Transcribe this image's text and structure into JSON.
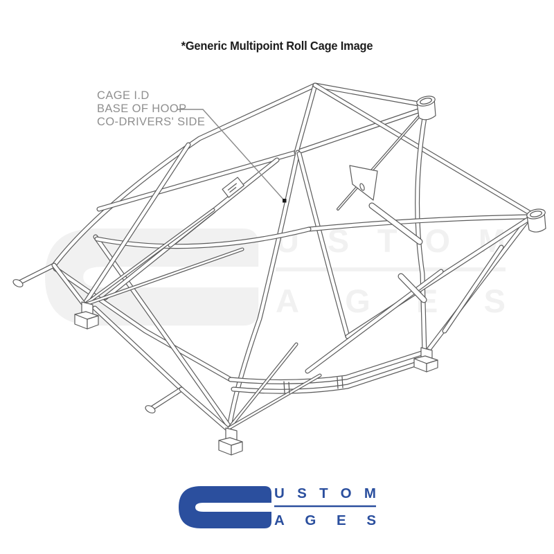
{
  "page": {
    "background": "#ffffff"
  },
  "title": {
    "text": "*Generic Multipoint Roll Cage Image",
    "color": "#1c1c1c"
  },
  "annotation": {
    "lines": [
      "CAGE I.D",
      "BASE OF HOOP",
      "CO-DRIVERS' SIDE"
    ],
    "color": "#8f8f8f",
    "leader_color": "#8a8a8a"
  },
  "illustration": {
    "description": "line drawing of a generic multipoint roll cage",
    "line_color": "#5b5b5b",
    "tube_fill": "#ffffff",
    "visible_parts": [
      "main hoop",
      "front hoop",
      "roof tubes",
      "rear stays cut at sleeves",
      "door cross bars",
      "sill bars",
      "mounting foot plates",
      "cage id plate",
      "gusset plate with hole"
    ]
  },
  "watermark": {
    "letter_c": "C",
    "text_top": "USTOM",
    "text_bottom": "AGES",
    "color": "#f1f1f1"
  },
  "logo": {
    "letter_c": "C",
    "text_top": "USTOM",
    "text_bottom": "AGES",
    "color": "#2b4f9e"
  }
}
